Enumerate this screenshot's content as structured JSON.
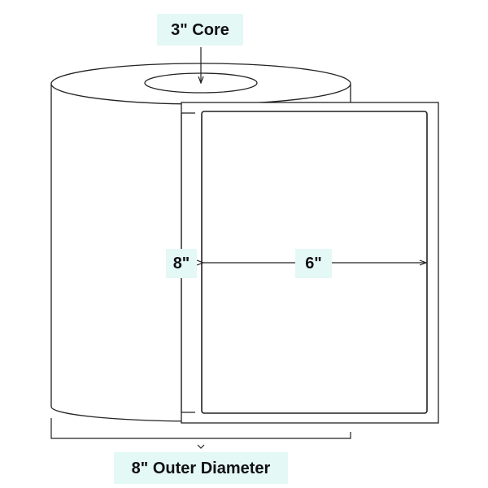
{
  "colors": {
    "stroke": "#222222",
    "label_background": "#e4f8f6",
    "label_text": "#111111",
    "background": "#ffffff"
  },
  "labels": {
    "core": "3\" Core",
    "label_height": "8\"",
    "label_width": "6\"",
    "outer_diameter": "8\" Outer Diameter"
  }
}
